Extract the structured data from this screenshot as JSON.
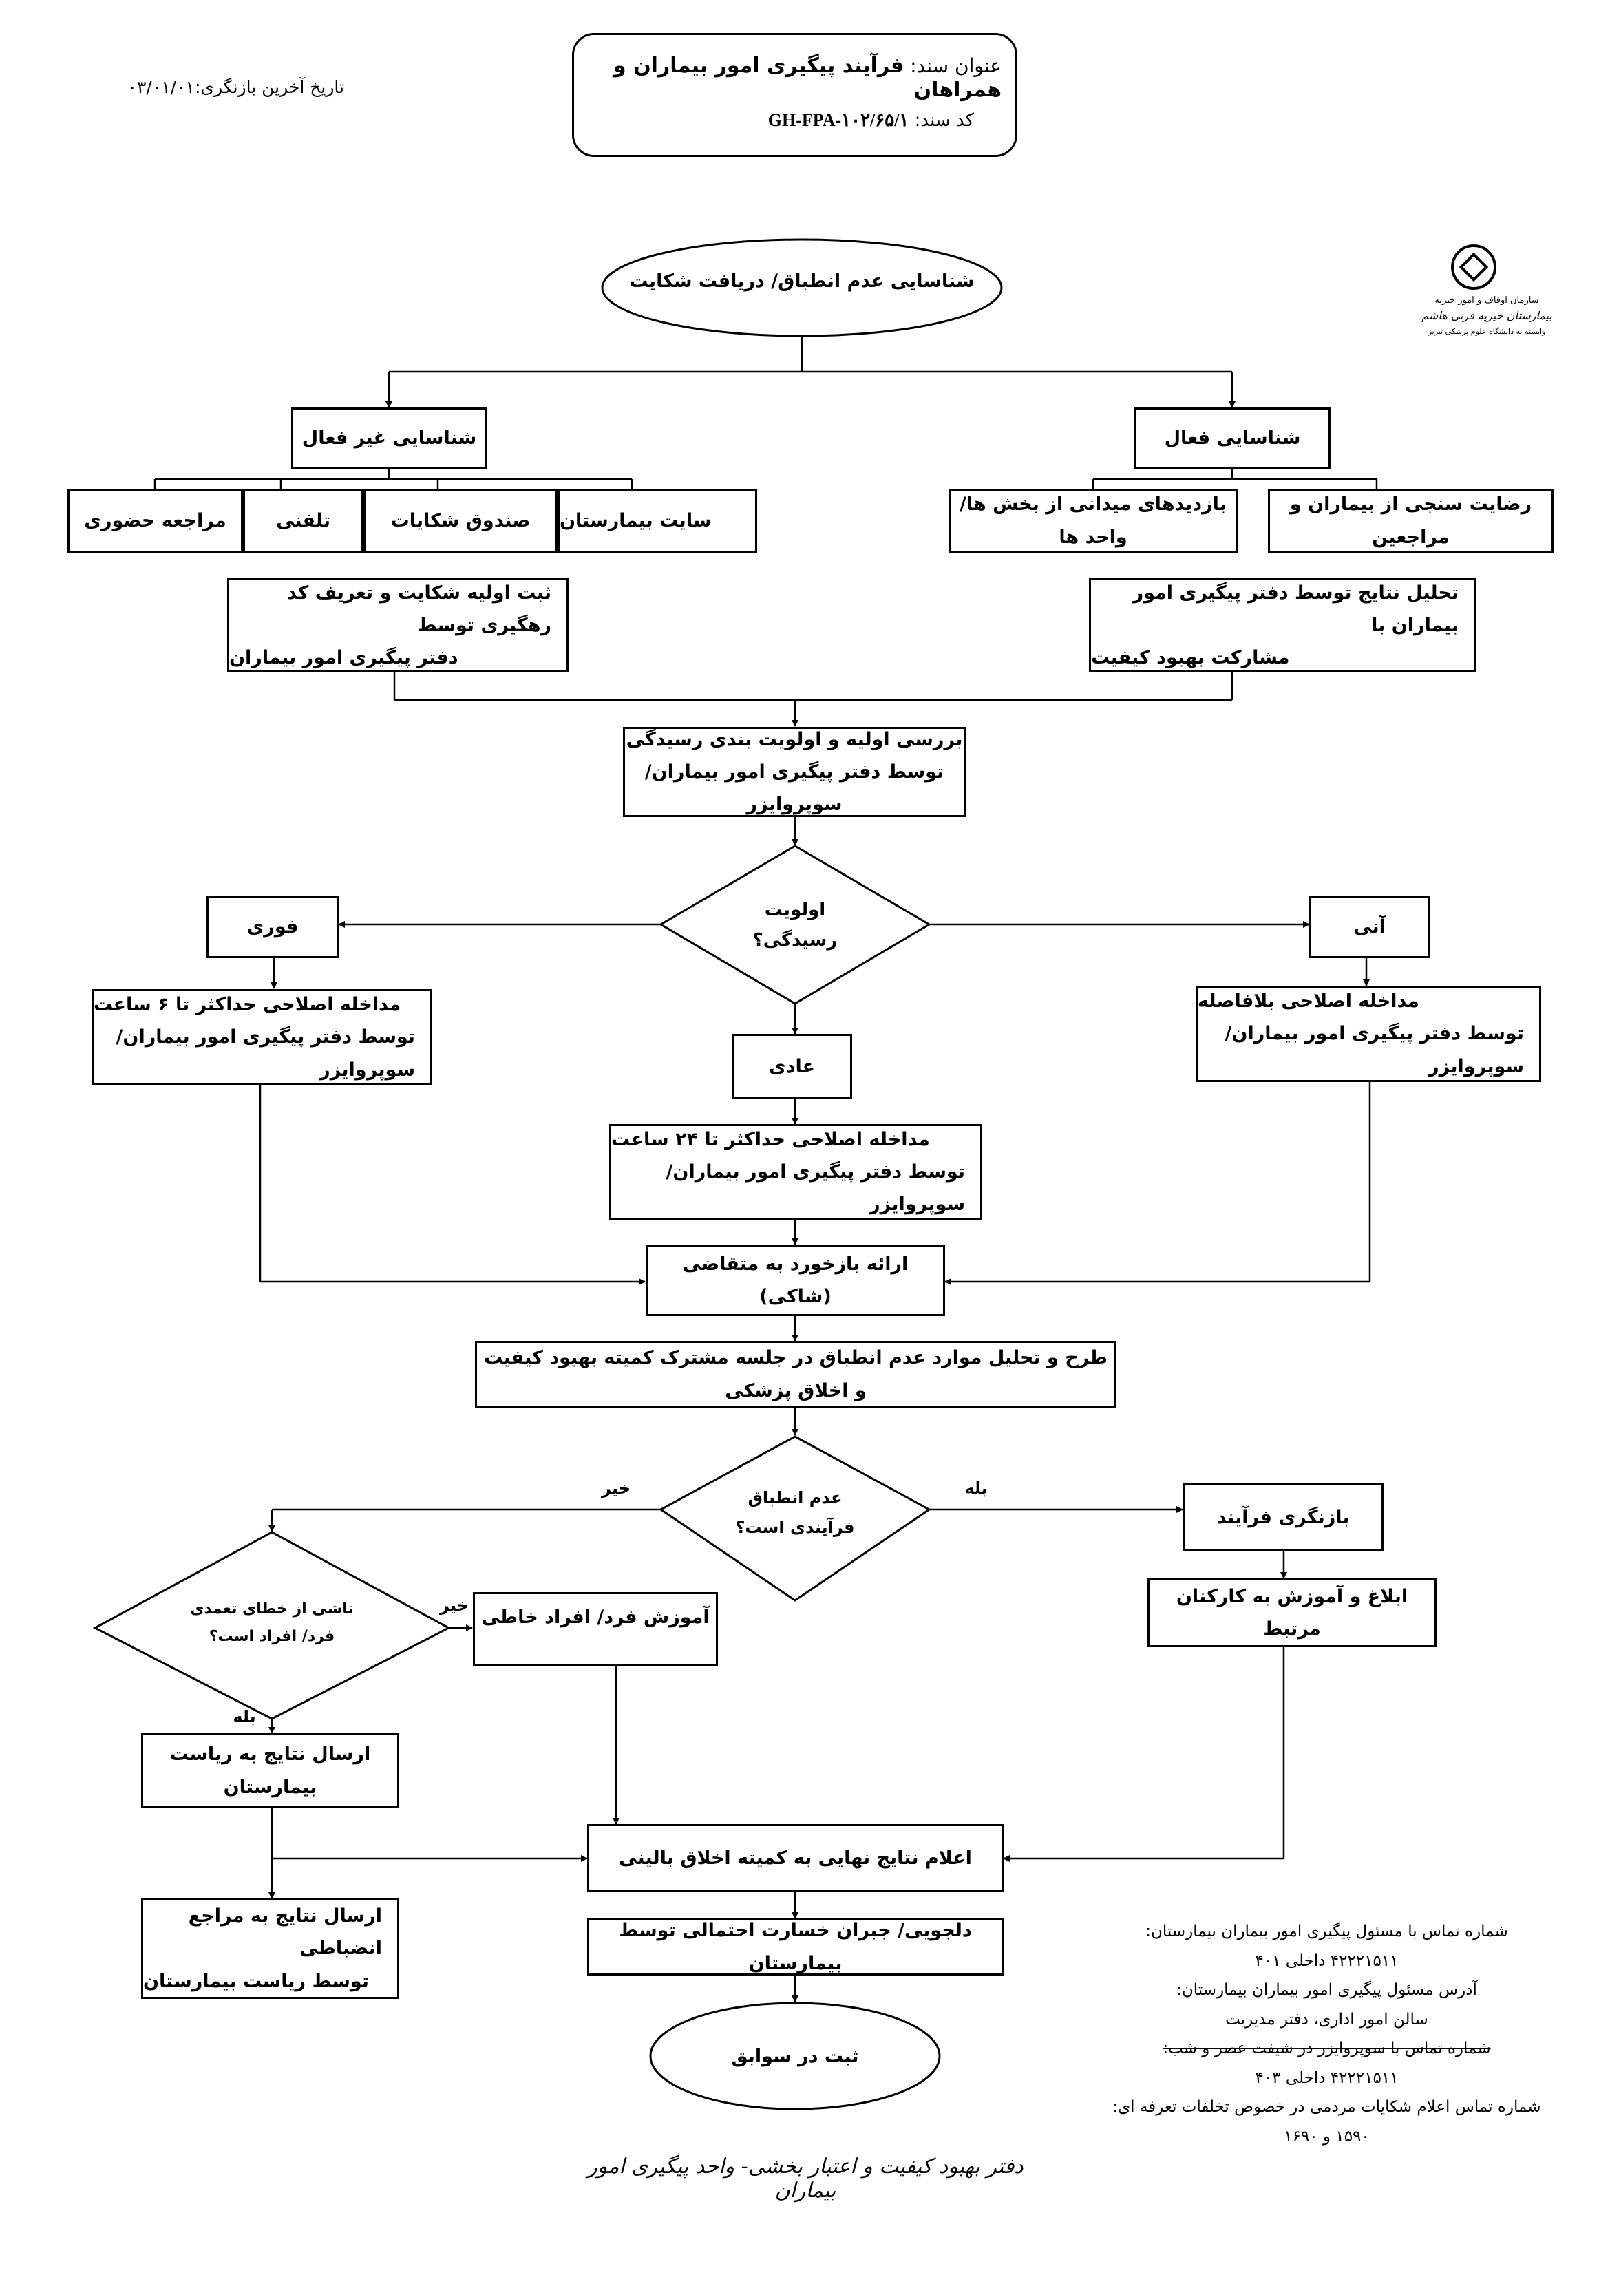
{
  "header": {
    "title_label": "عنوان سند:",
    "title_value": "فرآیند پیگیری امور بیماران و همراهان",
    "code_label": "کد سند:",
    "code_value": "GH-FPA-۱۰۲/۶۵/۱",
    "revision_date": "تاریخ آخرین بازنگری:۰۳/۰۱/۰۱"
  },
  "logo": {
    "line1": "سازمان اوقاف و امور خیریه",
    "line2": "بیمارستان خیریه قرنی هاشم",
    "line3": "وابسته به دانشگاه علوم پزشکی تبریز"
  },
  "flow": {
    "start": "شناسایی عدم انطباق/ دریافت شکایت",
    "passive": "شناسایی غیر فعال",
    "active": "شناسایی فعال",
    "in_person": "مراجعه حضوری",
    "phone": "تلفنی",
    "complaint_box": "صندوق شکایات",
    "website": "سایت بیمارستان",
    "satisfaction": "رضایت سنجی از بیماران و مراجعین",
    "field_visits": "بازدیدهای میدانی از بخش ها/ واحد ها",
    "register_line1": "ثبت اولیه شکایت و تعریف کد رهگیری توسط",
    "register_line2": "دفتر پیگیری امور بیماران",
    "analysis_line1": "تحلیل نتایج توسط دفتر پیگیری امور بیماران با",
    "analysis_line2": "مشارکت بهبود کیفیت",
    "review_line1": "بررسی اولیه و اولویت بندی رسیدگی",
    "review_line2": "توسط دفتر پیگیری امور بیماران/ سوپروایزر",
    "priority_line1": "اولویت",
    "priority_line2": "رسیدگی؟",
    "urgent": "فوری",
    "immediate": "آنی",
    "normal": "عادی",
    "urgent_action_line1": "مداخله اصلاحی حداکثر تا ۶ ساعت",
    "urgent_action_line2": "توسط دفتر پیگیری امور بیماران/ سوپروایزر",
    "immediate_action_line1": "مداخله اصلاحی بلافاصله",
    "immediate_action_line2": "توسط دفتر پیگیری امور بیماران/ سوپروایزر",
    "normal_action_line1": "مداخله اصلاحی حداکثر تا ۲۴ ساعت",
    "normal_action_line2": "توسط دفتر پیگیری امور بیماران/ سوپروایزر",
    "feedback": "ارائه بازخورد به متقاضی (شاکی)",
    "committee": "طرح و تحلیل موارد عدم انطباق در جلسه مشترک کمیته بهبود کیفیت و اخلاق پزشکی",
    "process_q_line1": "عدم انطباق",
    "process_q_line2": "فرآیندی است؟",
    "yes": "بله",
    "no": "خیر",
    "intent_q_line1": "ناشی از خطای تعمدی",
    "intent_q_line2": "فرد/ افراد است؟",
    "no2": "خیر",
    "yes2": "بله",
    "revise_process": "بازنگری فرآیند",
    "notify_staff": "ابلاغ و آموزش به کارکنان مرتبط",
    "train_person": "آموزش فرد/ افراد خاطی",
    "send_head": "ارسال نتایج به ریاست بیمارستان",
    "announce": "اعلام نتایج نهایی به کمیته اخلاق بالینی",
    "disciplinary_line1": "ارسال نتایج به مراجع انضباطی",
    "disciplinary_line2": "توسط ریاست بیمارستان",
    "compensation": "دلجویی/ جبران خسارت احتمالی توسط بیمارستان",
    "record": "ثبت در سوابق"
  },
  "contact": {
    "l1": "شماره تماس با مسئول پیگیری امور بیماران بیمارستان:",
    "l2": "۴۲۲۲۱۵۱۱ داخلی ۴۰۱",
    "l3": "آدرس مسئول پیگیری امور بیماران بیمارستان:",
    "l4": "سالن امور اداری، دفتر مدیریت",
    "l5": "شماره تماس با سوپروایزر در شیفت عصر و شب:",
    "l6": "۴۲۲۲۱۵۱۱ داخلی ۴۰۳",
    "l7": "شماره تماس اعلام شکایات مردمی در خصوص تخلفات تعرفه ای:",
    "l8": "۱۵۹۰ و ۱۶۹۰"
  },
  "footer": {
    "signature": "دفتر بهبود کیفیت و اعتبار بخشی- واحد پیگیری امور بیماران"
  }
}
